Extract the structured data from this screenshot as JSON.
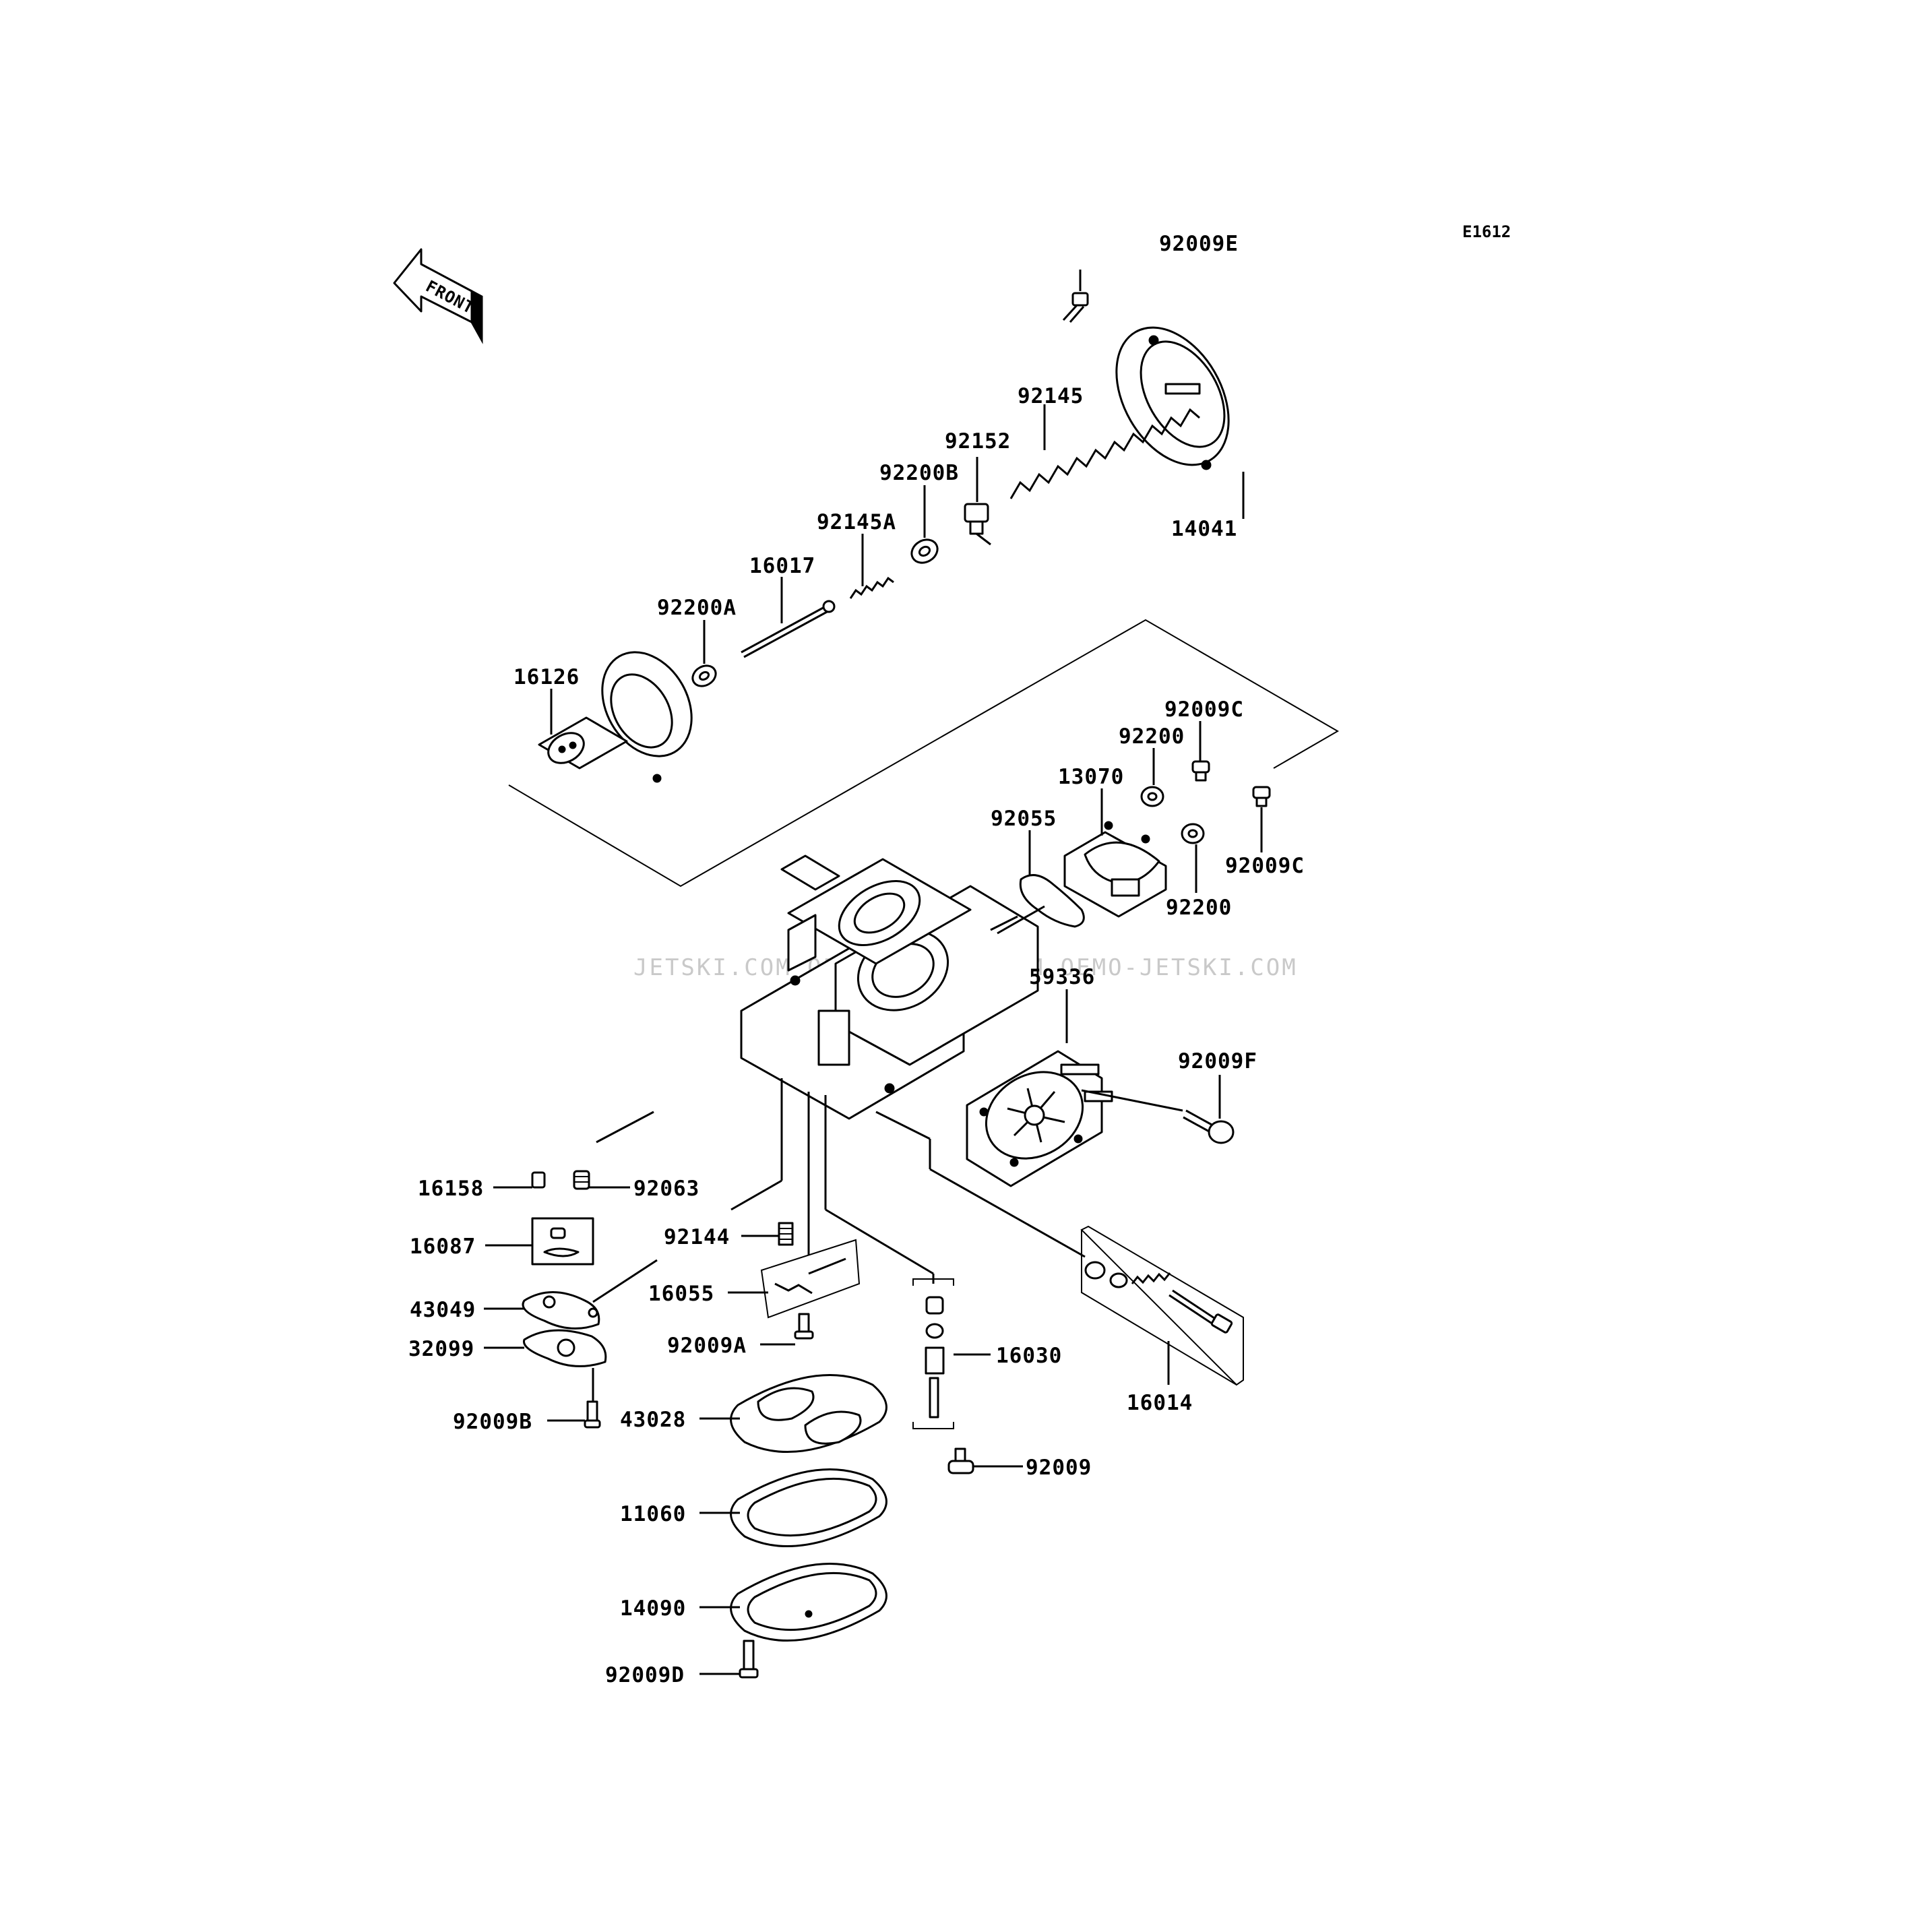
{
  "diagram_code": "E1612",
  "direction_label": "FRONT",
  "watermark": "JETSKI.COM  OEMO-JETSKI.COM  OEMO-JETSKI.COM",
  "parts": [
    "92009E",
    "92145",
    "92152",
    "92200B",
    "92145A",
    "16017",
    "92200A",
    "16126",
    "14041",
    "92009C",
    "92200",
    "13070",
    "92055",
    "92009C",
    "92200",
    "59336",
    "92009F",
    "16158",
    "92063",
    "16087",
    "92144",
    "43049",
    "16055",
    "32099",
    "92009A",
    "92009B",
    "43028",
    "16030",
    "16014",
    "92009",
    "11060",
    "14090",
    "92009D"
  ]
}
